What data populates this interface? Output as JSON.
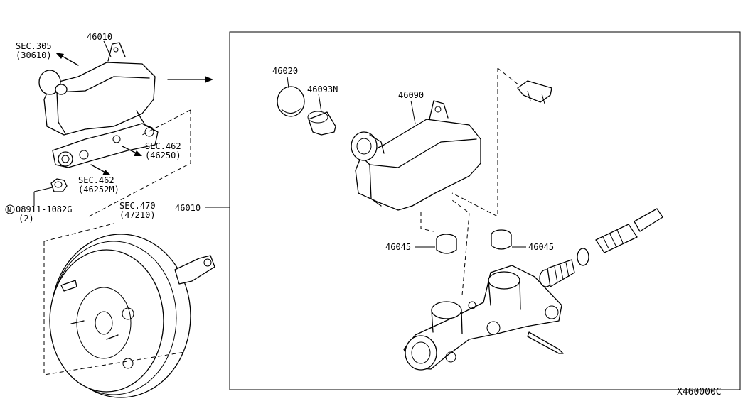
{
  "diagram_id": "X460000C",
  "callouts": {
    "reservoir_assy_left": "46010",
    "sec_305": "SEC.305",
    "sec_305_sub": "(30610)",
    "sec_462_a": "SEC.462",
    "sec_462_a_sub": "(46250)",
    "sec_462_b": "SEC.462",
    "sec_462_b_sub": "(46252M)",
    "nut_part": "08911-1082G",
    "nut_prefix": "N",
    "nut_qty": "(2)",
    "sec_470": "SEC.470",
    "sec_470_sub": "(47210)",
    "master_cylinder_assy": "46010",
    "cap": "46020",
    "strainer": "46093N",
    "reservoir_tank": "46090",
    "grommet_left": "46045",
    "grommet_right": "46045"
  }
}
